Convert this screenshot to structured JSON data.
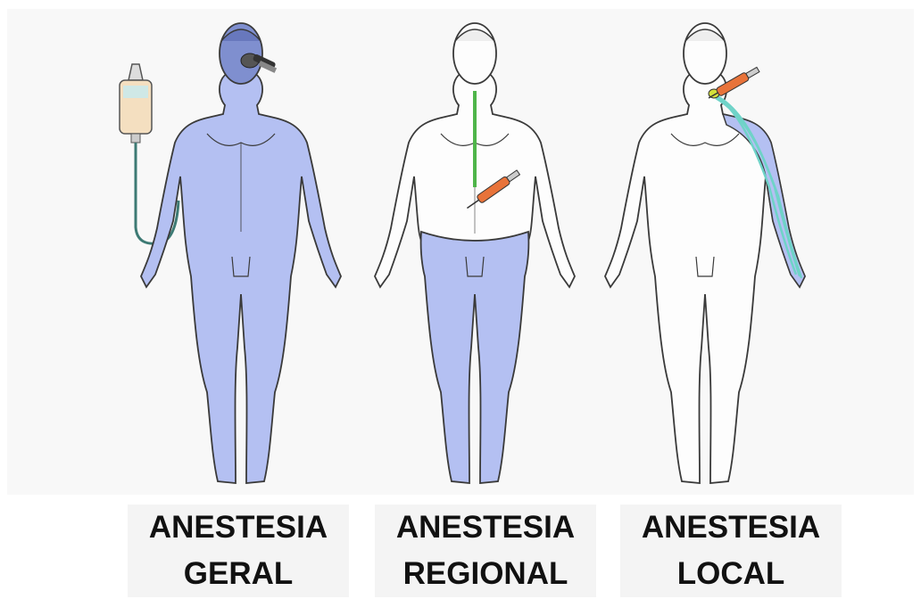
{
  "colors": {
    "body_fill": "#b4c0f2",
    "body_fill_dark": "#a8b4ec",
    "outline": "#3a3a3a",
    "head_fill": "#7f8fcf",
    "skin_plain": "#fdfdfd",
    "spine_green": "#4fb54a",
    "nerve_teal": "#6fd3c8",
    "syringe_orange": "#e8733a",
    "iv_bag": "#f4dfc0",
    "caption_text": "#111111"
  },
  "figures": [
    {
      "id": "geral",
      "caption_line1": "ANESTESIA",
      "caption_line2": "GERAL",
      "anesthetized_region": "whole body",
      "items": [
        "iv-bag-icon",
        "face-mask-icon"
      ]
    },
    {
      "id": "regional",
      "caption_line1": "ANESTESIA",
      "caption_line2": "REGIONAL",
      "anesthetized_region": "lower body",
      "items": [
        "spine-line",
        "syringe-icon"
      ]
    },
    {
      "id": "local",
      "caption_line1": "ANESTESIA",
      "caption_line2": "LOCAL",
      "anesthetized_region": "left arm",
      "items": [
        "nerve-plexus",
        "syringe-icon"
      ]
    }
  ]
}
